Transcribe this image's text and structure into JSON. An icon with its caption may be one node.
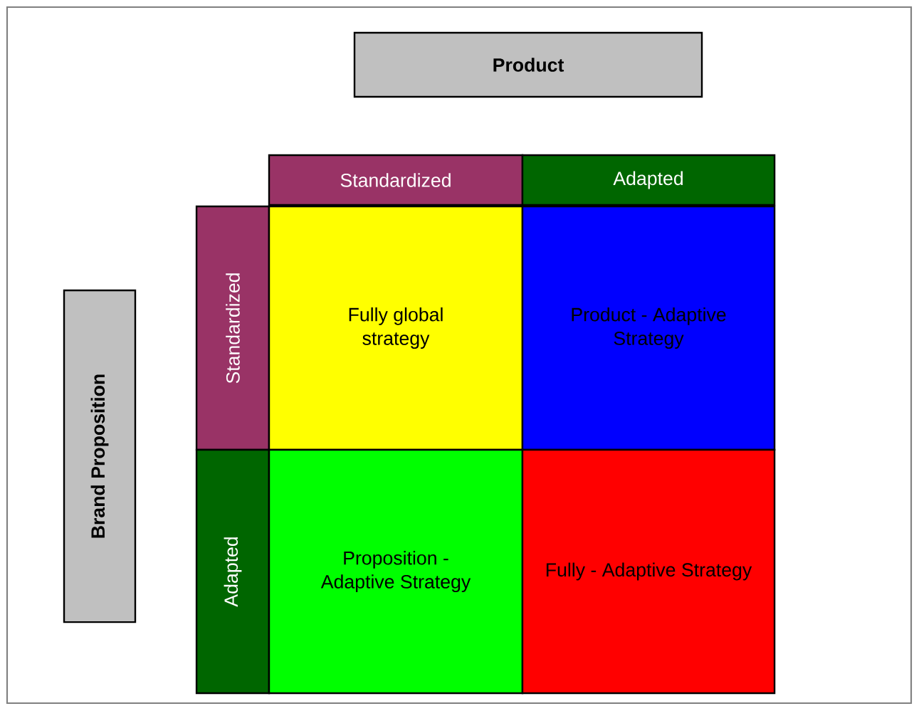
{
  "diagram": {
    "nodes": [
      {
        "text": [
          "Product"
        ]
      },
      {
        "text": [
          "Brand Proposition"
        ]
      },
      {
        "text": [
          "Standardized"
        ]
      },
      {
        "text": [
          "Adapted"
        ]
      },
      {
        "text": [
          "Standardized"
        ]
      },
      {
        "text": [
          "Adapted"
        ]
      },
      {
        "text": [
          "Fully global strategy"
        ]
      },
      {
        "text": [
          "Product - Adaptive Strategy"
        ]
      },
      {
        "text": [
          "Proposition - Adaptive Strategy"
        ]
      },
      {
        "text": [
          "Fully - Adaptive Strategy"
        ]
      }
    ]
  }
}
